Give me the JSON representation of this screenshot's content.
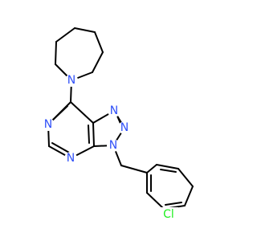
{
  "molecule": {
    "colors": {
      "bond": "#000000",
      "nitrogen": "#3050F8",
      "chlorine": "#1FF01F",
      "background": "#ffffff"
    },
    "atom_labels": {
      "n_azepane": "N",
      "n_pyrimidine_upper": "N",
      "n_pyrimidine_lower": "N",
      "n_triazole_right": "N",
      "n_triazole_mid": "N",
      "n_triazole_lower": "N",
      "cl_substituent": "Cl"
    }
  }
}
